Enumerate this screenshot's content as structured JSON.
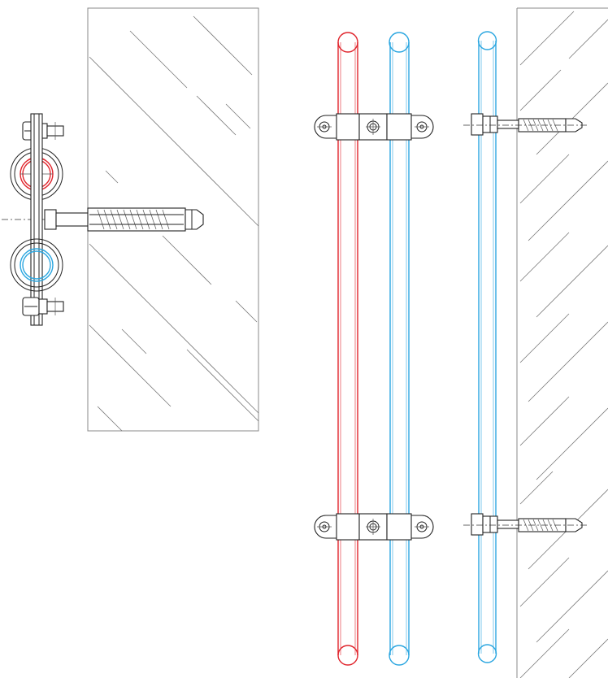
{
  "colors": {
    "hot_pipe": "#e0242c",
    "cold_pipe": "#2aa6e0",
    "line": "#222222",
    "hatch": "#777777",
    "background": "#ffffff"
  },
  "views": [
    {
      "name": "section-view",
      "pipes": [
        "hot_pipe",
        "cold_pipe"
      ],
      "parts": [
        "double-pipe-clamp",
        "wall-anchor",
        "wall-block"
      ]
    },
    {
      "name": "front-view",
      "pipes": [
        "hot_pipe",
        "cold_pipe"
      ],
      "parts": [
        "pipe-clamp",
        "pipe-clamp"
      ]
    },
    {
      "name": "side-view",
      "pipes": [
        "cold_pipe"
      ],
      "parts": [
        "wall-anchor",
        "wall-anchor",
        "wall-hatched"
      ]
    }
  ]
}
